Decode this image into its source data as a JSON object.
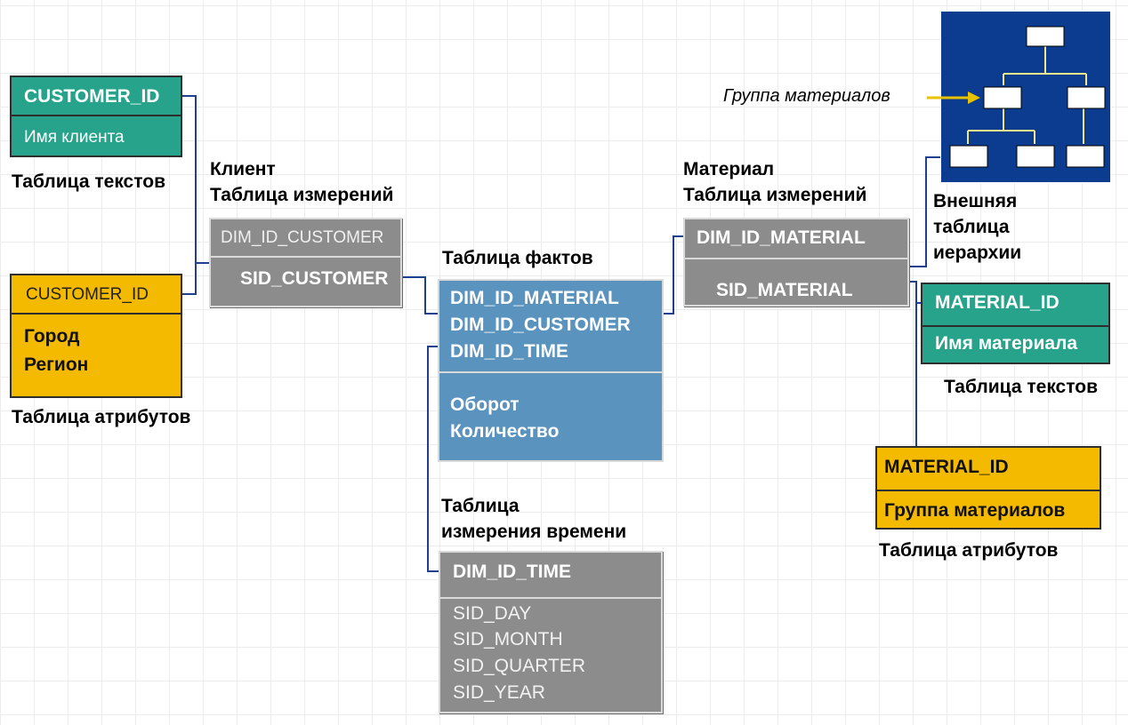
{
  "customer_text_table": {
    "key": "CUSTOMER_ID",
    "field": "Имя клиента",
    "caption": "Таблица текстов"
  },
  "customer_attr_table": {
    "key": "CUSTOMER_ID",
    "fields": [
      "Город",
      "Регион"
    ],
    "caption": "Таблица атрибутов"
  },
  "customer_dim": {
    "caption_line1": "Клиент",
    "caption_line2": "Таблица измерений",
    "key": "DIM_ID_CUSTOMER",
    "field": "SID_CUSTOMER"
  },
  "fact_table": {
    "caption": "Таблица фактов",
    "keys": [
      "DIM_ID_MATERIAL",
      "DIM_ID_CUSTOMER",
      "DIM_ID_TIME"
    ],
    "measures": [
      "Оборот",
      "Количество"
    ]
  },
  "time_dim": {
    "caption_line1": "Таблица",
    "caption_line2": "измерения времени",
    "key": "DIM_ID_TIME",
    "fields": [
      "SID_DAY",
      "SID_MONTH",
      "SID_QUARTER",
      "SID_YEAR"
    ]
  },
  "material_dim": {
    "caption_line1": "Материал",
    "caption_line2": "Таблица измерений",
    "key": "DIM_ID_MATERIAL",
    "field": "SID_MATERIAL"
  },
  "material_text_table": {
    "key": "MATERIAL_ID",
    "field": "Имя материала",
    "caption": "Таблица текстов"
  },
  "material_attr_table": {
    "key": "MATERIAL_ID",
    "field": "Группа материалов",
    "caption": "Таблица атрибутов"
  },
  "hierarchy": {
    "pointer_label": "Группа материалов",
    "caption_lines": [
      "Внешняя",
      "таблица",
      "иерархии"
    ]
  },
  "colors": {
    "text_table": "#26a38a",
    "attribute_table": "#f4ba00",
    "dimension_table": "#8c8c8c",
    "fact_table": "#5a93bd",
    "hierarchy_background": "#0b3c8f",
    "connector": "#1f3f8f"
  }
}
